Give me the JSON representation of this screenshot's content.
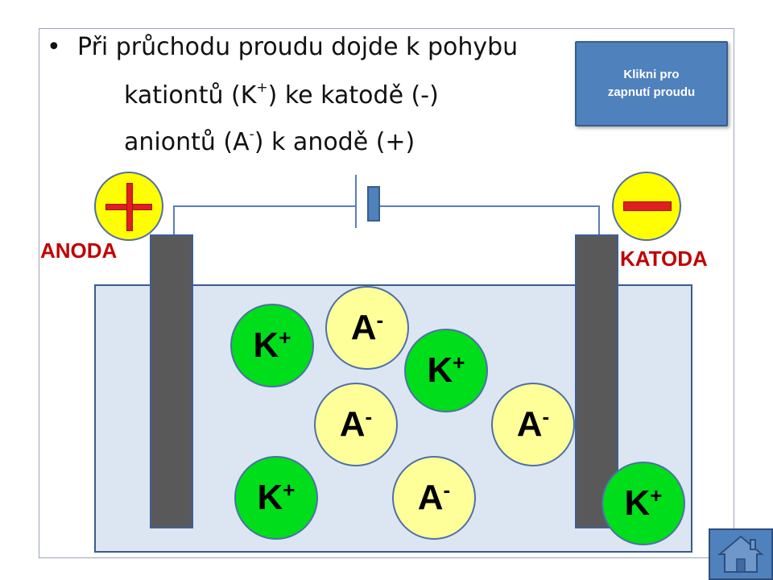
{
  "bullets": {
    "marker": "•",
    "line1": "Při průchodu proudu dojde k pohybu",
    "line2_pre": "kationtů (K",
    "line2_sup": "+",
    "line2_post": ") ke katodě (-)",
    "line3_pre": "aniontů (A",
    "line3_sup": "-",
    "line3_post": ") k anodě (+)"
  },
  "button": {
    "line1": "Klikni pro",
    "line2": "zapnutí proudu"
  },
  "labels": {
    "anode": "ANODA",
    "cathode": "KATODA"
  },
  "ions": {
    "cation_base": "K",
    "cation_sup": "+",
    "anion_base": "A",
    "anion_sup": "-"
  },
  "colors": {
    "accent": "#4f81bd",
    "label_red": "#c00000",
    "cation_fill": "#00dd1a",
    "anion_fill": "#ffff99",
    "terminal_fill": "#ffff00",
    "electrolyte": "#dce6f2"
  },
  "icons": {
    "home": "home-icon",
    "plus": "plus-icon",
    "minus": "minus-icon"
  }
}
